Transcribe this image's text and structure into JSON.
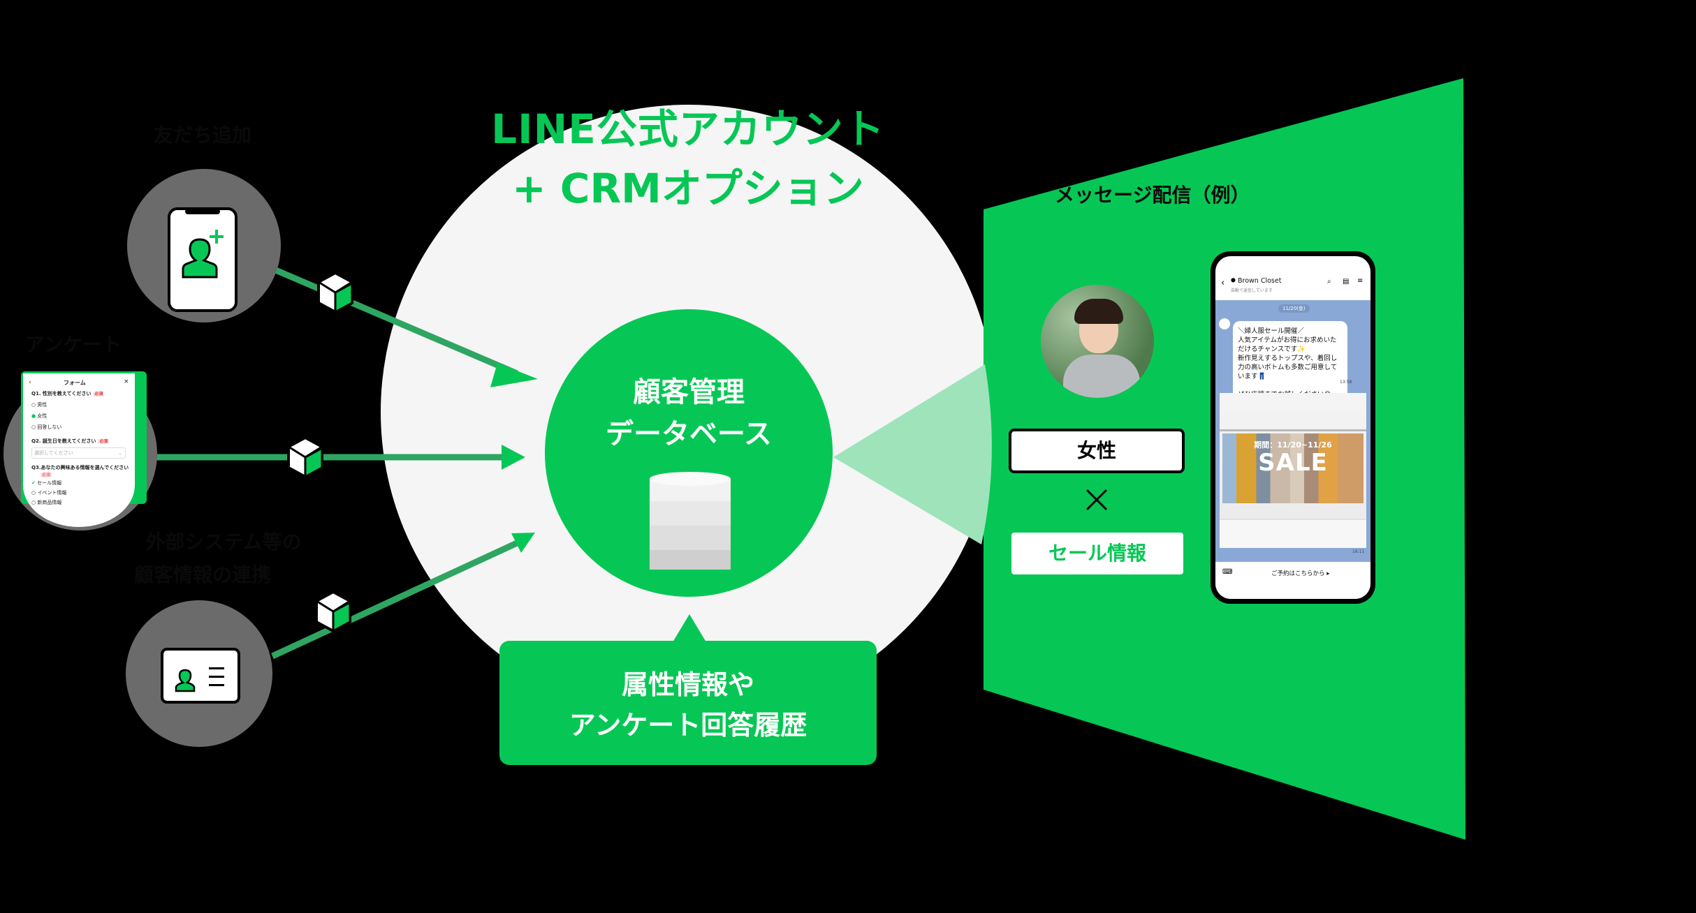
{
  "title": {
    "line1": "LINE公式アカウント",
    "line2": "+ CRMオプション"
  },
  "database": {
    "line1": "顧客管理",
    "line2": "データベース",
    "icon": "database-cylinder-icon"
  },
  "callout": {
    "line1": "属性情報や",
    "line2": "アンケート回答履歴"
  },
  "sources": [
    {
      "label": "友だち追加",
      "icon": "add-friend-phone-icon"
    },
    {
      "label": "アンケート",
      "icon": "survey-form-icon"
    },
    {
      "label_line1": "外部システム等の",
      "label_line2": "顧客情報の連携",
      "icon": "id-card-icon"
    }
  ],
  "form": {
    "title": "フォーム",
    "q1": "Q1. 性別を教えてください",
    "q1_options": [
      "男性",
      "女性",
      "回答しない"
    ],
    "q1_selected": "女性",
    "q2": "Q2. 誕生日を教えてください",
    "q2_placeholder": "選択してください",
    "q3": "Q3.あなたの興味ある情報を選んでください",
    "q3_options": [
      "セール情報",
      "イベント情報",
      "新商品情報"
    ],
    "q3_checked": "セール情報",
    "required_badge": "必須"
  },
  "delivery": {
    "label": "メッセージ配信（例）",
    "attribute": "女性",
    "operator": "×",
    "interest": "セール情報"
  },
  "phone": {
    "account_name": "Brown Closet",
    "account_sub": "自動で返信しています",
    "date_chip": "11/20(金)",
    "message": "＼婦人服セール開催／\n人気アイテムがお得にお求めいただけるチャンスです✨\n新作見えするトップスや、着回し力の高いボトムも多数ご用意しています👖\n\nぜひ店頭までお越しください😊",
    "message_time": "13:58",
    "sale_period": "期間：11/20~11/26",
    "sale_title": "SALE",
    "image_time": "16:11",
    "footer_link": "ご予約はこちらから ▸"
  },
  "colors": {
    "line_green": "#06c755",
    "light_green": "#9fe3bb",
    "circle_bg": "#f5f5f5",
    "grey": "#6b6b6b"
  }
}
